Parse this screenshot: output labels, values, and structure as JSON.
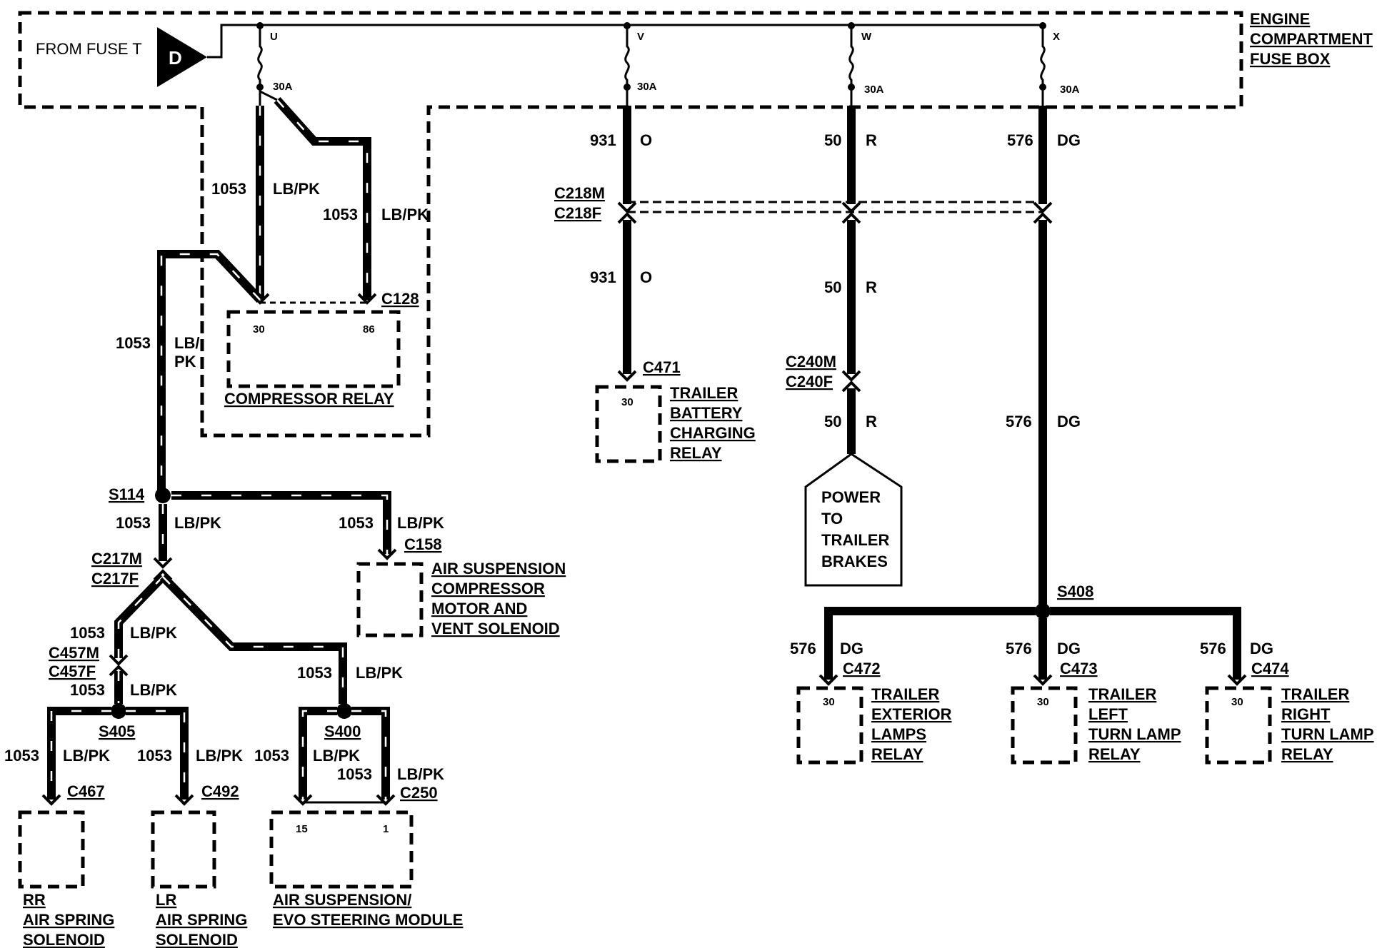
{
  "fuse_box": {
    "label_lines": [
      "ENGINE",
      "COMPARTMENT",
      "FUSE BOX"
    ],
    "source": "FROM FUSE T",
    "source_ref": "D",
    "fuses": [
      {
        "id": "U",
        "rating": "30A"
      },
      {
        "id": "V",
        "rating": "30A"
      },
      {
        "id": "W",
        "rating": "30A"
      },
      {
        "id": "X",
        "rating": "30A"
      }
    ]
  },
  "compressor_relay": {
    "label": "COMPRESSOR RELAY",
    "connector": "C128",
    "pins": [
      "30",
      "86"
    ]
  },
  "circuits": [
    {
      "number": "1053",
      "color": "LB/PK"
    },
    {
      "number": "931",
      "color": "O"
    },
    {
      "number": "50",
      "color": "R"
    },
    {
      "number": "576",
      "color": "DG"
    }
  ],
  "splices": [
    "S114",
    "S405",
    "S400",
    "S408"
  ],
  "inline_connectors": [
    {
      "male": "C217M",
      "female": "C217F"
    },
    {
      "male": "C457M",
      "female": "C457F"
    },
    {
      "male": "C218M",
      "female": "C218F"
    },
    {
      "male": "C240M",
      "female": "C240F"
    }
  ],
  "components": [
    {
      "connector": "C158",
      "name_lines": [
        "AIR SUSPENSION",
        "COMPRESSOR",
        "MOTOR AND",
        "VENT SOLENOID"
      ],
      "pin": ""
    },
    {
      "connector": "C467",
      "name_lines": [
        "RR",
        "AIR SPRING",
        "SOLENOID"
      ],
      "pin": ""
    },
    {
      "connector": "C492",
      "name_lines": [
        "LR",
        "AIR SPRING",
        "SOLENOID"
      ],
      "pin": ""
    },
    {
      "connector": "C250",
      "name_lines": [
        "AIR SUSPENSION/",
        "EVO STEERING MODULE"
      ],
      "pins": [
        "15",
        "1"
      ]
    },
    {
      "connector": "C471",
      "name_lines": [
        "TRAILER",
        "BATTERY",
        "CHARGING",
        "RELAY"
      ],
      "pin": "30"
    },
    {
      "connector": "",
      "name_lines": [
        "POWER",
        "TO",
        "TRAILER",
        "BRAKES"
      ],
      "pin": ""
    },
    {
      "connector": "C472",
      "name_lines": [
        "TRAILER",
        "EXTERIOR",
        "LAMPS",
        "RELAY"
      ],
      "pin": "30"
    },
    {
      "connector": "C473",
      "name_lines": [
        "TRAILER",
        "LEFT",
        "TURN LAMP",
        "RELAY"
      ],
      "pin": "30"
    },
    {
      "connector": "C474",
      "name_lines": [
        "TRAILER",
        "RIGHT",
        "TURN LAMP",
        "RELAY"
      ],
      "pin": "30"
    }
  ],
  "wire_color_split": [
    "LB/",
    "PK"
  ]
}
